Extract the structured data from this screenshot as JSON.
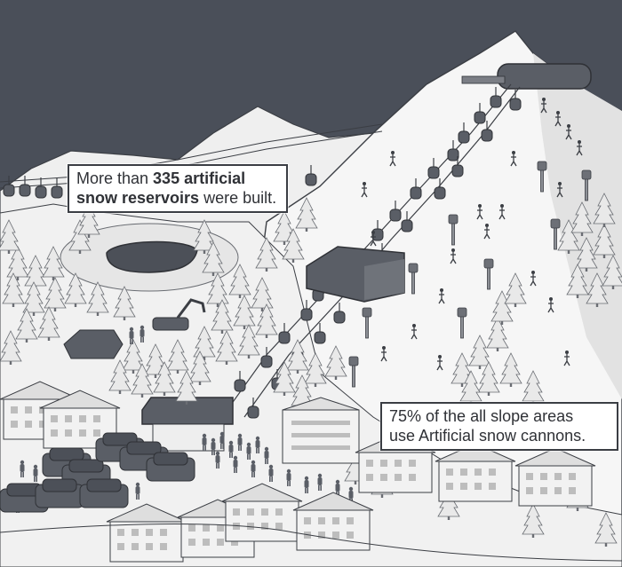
{
  "colors": {
    "sky": "#4a4f59",
    "snow": "#f3f3f3",
    "shadow": "#d6d6d6",
    "ink": "#3b3e44",
    "dark_fill": "#5a5e66",
    "tree": "#e6e6e6"
  },
  "callouts": {
    "reservoirs": {
      "lead": "More than ",
      "bold": "335 artificial snow reservoirs",
      "tail": " were built."
    },
    "cannons": {
      "line1": "75% of the all slope areas",
      "line2": "use Artificial snow cannons."
    }
  }
}
